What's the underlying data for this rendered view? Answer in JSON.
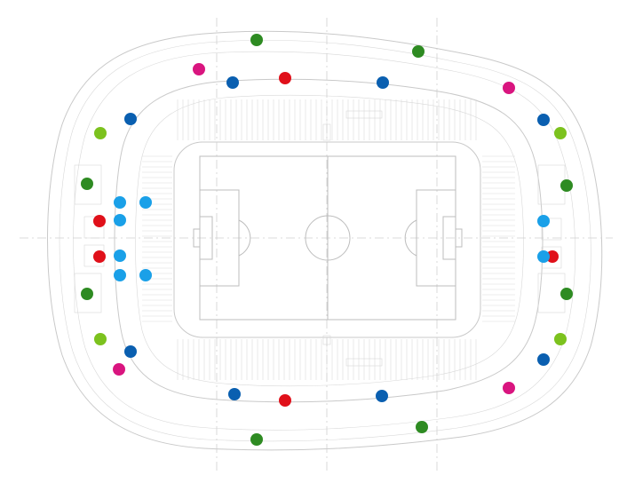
{
  "map": {
    "title": "",
    "marker_types": {
      "green": "#2e8b22",
      "lime": "#7cc21e",
      "magenta": "#d9157f",
      "dark_blue": "#0a5fb0",
      "red": "#e0101a",
      "light_blue": "#1aa0e8"
    },
    "markers": [
      {
        "type": "green"
      },
      {
        "type": "green"
      },
      {
        "type": "green"
      },
      {
        "type": "green"
      },
      {
        "type": "green"
      },
      {
        "type": "green"
      },
      {
        "type": "green"
      },
      {
        "type": "green"
      },
      {
        "type": "lime"
      },
      {
        "type": "lime"
      },
      {
        "type": "lime"
      },
      {
        "type": "lime"
      },
      {
        "type": "magenta"
      },
      {
        "type": "magenta"
      },
      {
        "type": "magenta"
      },
      {
        "type": "magenta"
      },
      {
        "type": "dark_blue"
      },
      {
        "type": "dark_blue"
      },
      {
        "type": "dark_blue"
      },
      {
        "type": "dark_blue"
      },
      {
        "type": "dark_blue"
      },
      {
        "type": "dark_blue"
      },
      {
        "type": "dark_blue"
      },
      {
        "type": "dark_blue"
      },
      {
        "type": "red"
      },
      {
        "type": "red"
      },
      {
        "type": "red"
      },
      {
        "type": "red"
      },
      {
        "type": "red"
      },
      {
        "type": "light_blue"
      },
      {
        "type": "light_blue"
      },
      {
        "type": "light_blue"
      },
      {
        "type": "light_blue"
      },
      {
        "type": "light_blue"
      },
      {
        "type": "light_blue"
      },
      {
        "type": "light_blue"
      },
      {
        "type": "light_blue"
      }
    ]
  }
}
